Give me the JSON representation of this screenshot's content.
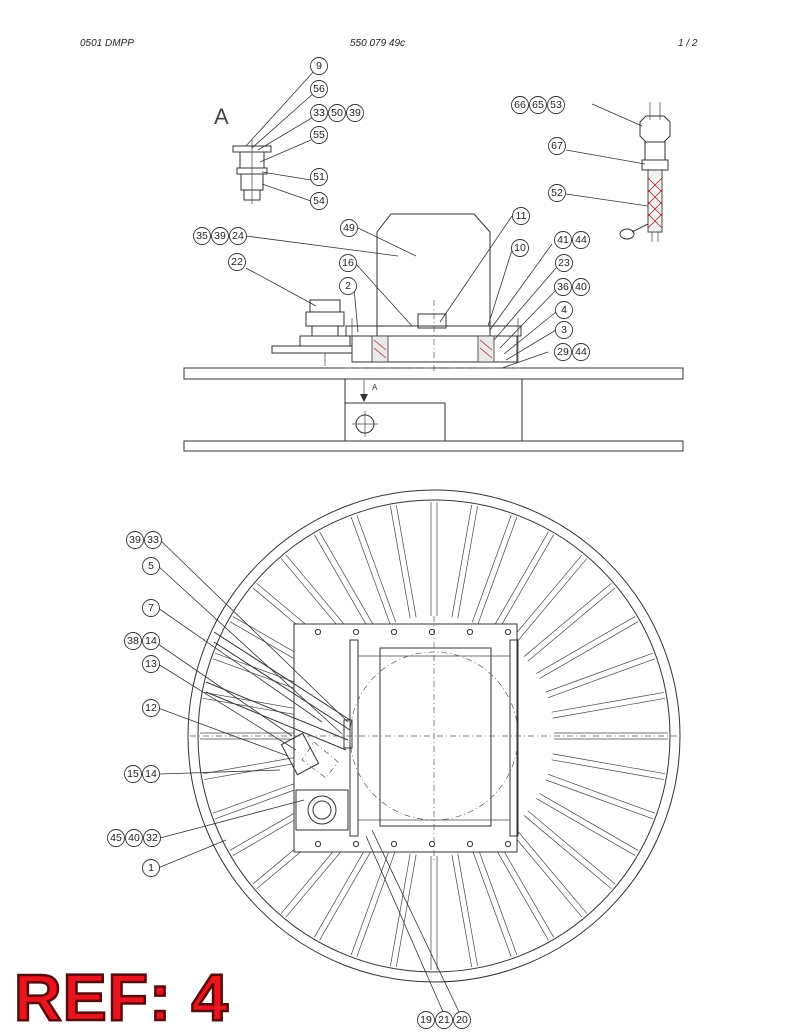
{
  "header": {
    "left": "0501 DMPP",
    "center": "550 079 49c",
    "right": "1 /  2"
  },
  "view_label": "A",
  "section_arrow_label": "A",
  "footer": {
    "ref_label": "REF: 4"
  },
  "callouts": [
    {
      "id": "c9",
      "numbers": [
        "9"
      ]
    },
    {
      "id": "c56",
      "numbers": [
        "56"
      ]
    },
    {
      "id": "c335039",
      "numbers": [
        "33",
        "50",
        "39"
      ]
    },
    {
      "id": "c55",
      "numbers": [
        "55"
      ]
    },
    {
      "id": "c51",
      "numbers": [
        "51"
      ]
    },
    {
      "id": "c54",
      "numbers": [
        "54"
      ]
    },
    {
      "id": "c666553",
      "numbers": [
        "66",
        "65",
        "53"
      ]
    },
    {
      "id": "c67",
      "numbers": [
        "67"
      ]
    },
    {
      "id": "c52",
      "numbers": [
        "52"
      ]
    },
    {
      "id": "c353924",
      "numbers": [
        "35",
        "39",
        "24"
      ]
    },
    {
      "id": "c49",
      "numbers": [
        "49"
      ]
    },
    {
      "id": "c11",
      "numbers": [
        "11"
      ]
    },
    {
      "id": "c10",
      "numbers": [
        "10"
      ]
    },
    {
      "id": "c4144",
      "numbers": [
        "41",
        "44"
      ]
    },
    {
      "id": "c22",
      "numbers": [
        "22"
      ]
    },
    {
      "id": "c16",
      "numbers": [
        "16"
      ]
    },
    {
      "id": "c23",
      "numbers": [
        "23"
      ]
    },
    {
      "id": "c3640",
      "numbers": [
        "36",
        "40"
      ]
    },
    {
      "id": "c2",
      "numbers": [
        "2"
      ]
    },
    {
      "id": "c4",
      "numbers": [
        "4"
      ]
    },
    {
      "id": "c3",
      "numbers": [
        "3"
      ]
    },
    {
      "id": "c2944",
      "numbers": [
        "29",
        "44"
      ]
    },
    {
      "id": "c3933",
      "numbers": [
        "39",
        "33"
      ]
    },
    {
      "id": "c5",
      "numbers": [
        "5"
      ]
    },
    {
      "id": "c7",
      "numbers": [
        "7"
      ]
    },
    {
      "id": "c3814",
      "numbers": [
        "38",
        "14"
      ]
    },
    {
      "id": "c13",
      "numbers": [
        "13"
      ]
    },
    {
      "id": "c12",
      "numbers": [
        "12"
      ]
    },
    {
      "id": "c1514",
      "numbers": [
        "15",
        "14"
      ]
    },
    {
      "id": "c454032",
      "numbers": [
        "45",
        "40",
        "32"
      ]
    },
    {
      "id": "c1",
      "numbers": [
        "1"
      ]
    },
    {
      "id": "c192120",
      "numbers": [
        "19",
        "21",
        "20"
      ]
    }
  ]
}
